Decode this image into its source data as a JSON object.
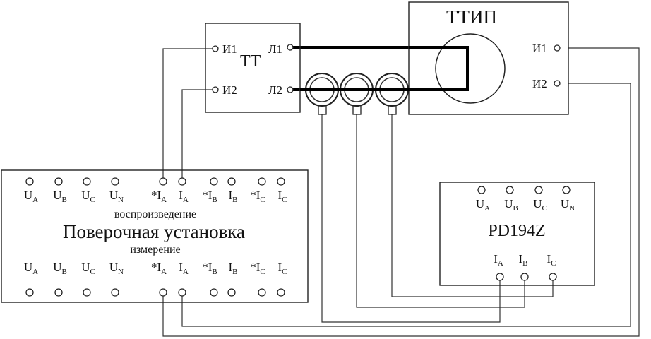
{
  "tt": {
    "title": "ТТ",
    "in1": "И1",
    "in2": "И2",
    "out1": "Л1",
    "out2": "Л2"
  },
  "ttip": {
    "title": "ТТИП",
    "out1": "И1",
    "out2": "И2"
  },
  "setup": {
    "title": "Поверочная установка",
    "reproduction": "воспроизведение",
    "measurement": "измерение",
    "terminals": [
      {
        "main": "U",
        "sub": "A",
        "star": ""
      },
      {
        "main": "U",
        "sub": "B",
        "star": ""
      },
      {
        "main": "U",
        "sub": "C",
        "star": ""
      },
      {
        "main": "U",
        "sub": "N",
        "star": ""
      },
      {
        "main": "I",
        "sub": "A",
        "star": "*"
      },
      {
        "main": "I",
        "sub": "A",
        "star": ""
      },
      {
        "main": "I",
        "sub": "B",
        "star": "*"
      },
      {
        "main": "I",
        "sub": "B",
        "star": ""
      },
      {
        "main": "I",
        "sub": "C",
        "star": "*"
      },
      {
        "main": "I",
        "sub": "C",
        "star": ""
      }
    ]
  },
  "pd": {
    "title": "PD194Z",
    "voltage": [
      {
        "main": "U",
        "sub": "A"
      },
      {
        "main": "U",
        "sub": "B"
      },
      {
        "main": "U",
        "sub": "C"
      },
      {
        "main": "U",
        "sub": "N"
      }
    ],
    "current": [
      {
        "main": "I",
        "sub": "A"
      },
      {
        "main": "I",
        "sub": "B"
      },
      {
        "main": "I",
        "sub": "C"
      }
    ]
  }
}
